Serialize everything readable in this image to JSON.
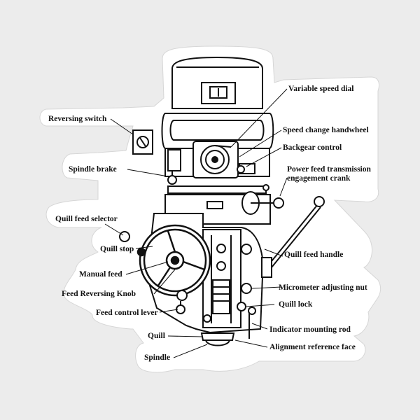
{
  "labels": {
    "variable_speed_dial": "Variable speed dial",
    "reversing_switch": "Reversing switch",
    "speed_change_handwheel": "Speed change handwheel",
    "backgear_control": "Backgear control",
    "spindle_brake": "Spindle brake",
    "power_feed_crank_line1": "Power feed transmission",
    "power_feed_crank_line2": "engagement crank",
    "quill_feed_selector": "Quill feed selector",
    "quill_stop": "Quill stop",
    "quill_feed_handle": "Quill feed handle",
    "manual_feed": "Manual feed",
    "micrometer_adjusting_nut": "Micrometer adjusting nut",
    "feed_reversing_knob": "Feed Reversing Knob",
    "quill_lock": "Quill lock",
    "feed_control_lever": "Feed control lever",
    "indicator_mounting_rod": "Indicator mounting rod",
    "quill": "Quill",
    "alignment_reference_face": "Alignment reference face",
    "spindle": "Spindle"
  },
  "colors": {
    "background": "#ececec",
    "sticker": "#ffffff",
    "ink": "#111111"
  }
}
